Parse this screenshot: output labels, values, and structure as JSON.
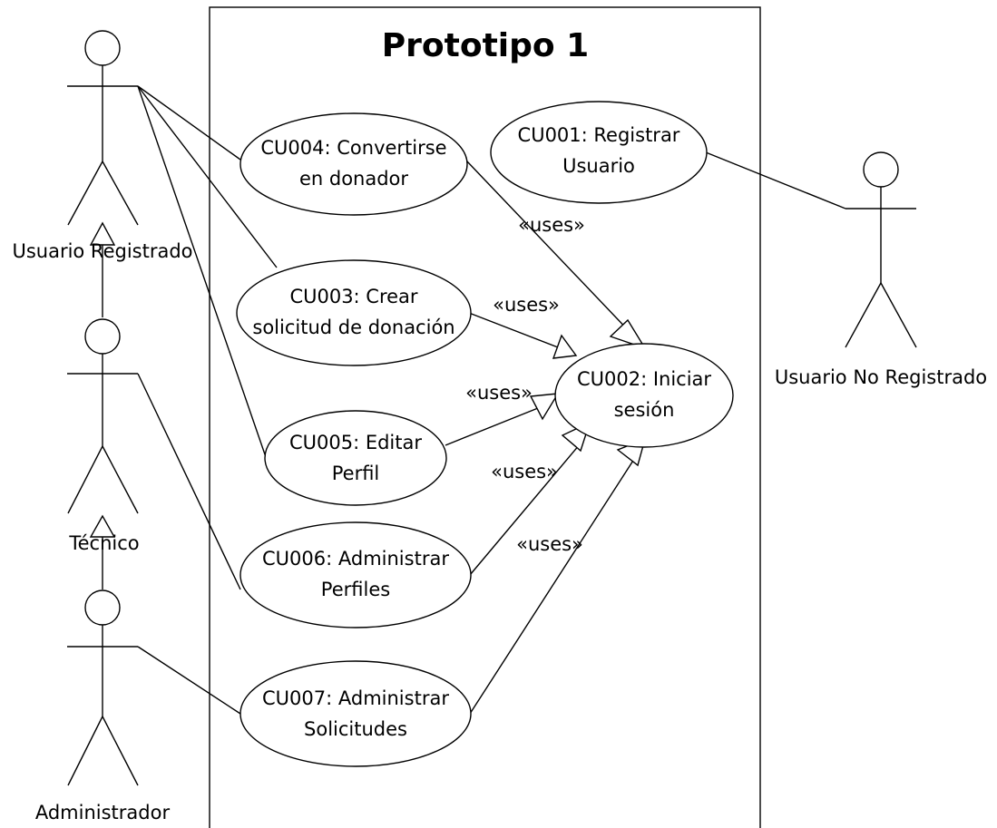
{
  "diagram": {
    "system_title": "Prototipo 1",
    "actors": {
      "registrado": "Usuario Registrado",
      "no_registrado": "Usuario No Registrado",
      "tecnico": "Técnico",
      "administrador": "Administrador"
    },
    "use_cases": {
      "cu001": [
        "CU001: Registrar",
        "Usuario"
      ],
      "cu002": [
        "CU002: Iniciar",
        "sesión"
      ],
      "cu003": [
        "CU003: Crear",
        "solicitud de donación"
      ],
      "cu004": [
        "CU004: Convertirse",
        "en donador"
      ],
      "cu005": [
        "CU005: Editar",
        "Perfil"
      ],
      "cu006": [
        "CU006: Administrar",
        "Perfiles"
      ],
      "cu007": [
        "CU007: Administrar",
        "Solicitudes"
      ]
    },
    "relation_label": "«uses»"
  }
}
